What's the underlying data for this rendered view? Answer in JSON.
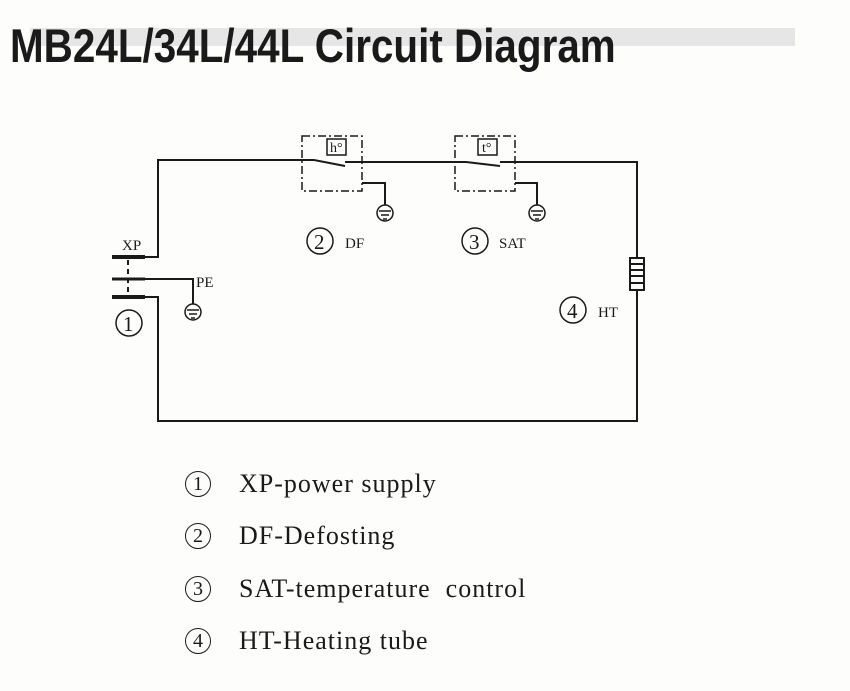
{
  "title": "MB24L/34L/44L Circuit Diagram",
  "diagram": {
    "xp_label": "XP",
    "pe_label": "PE",
    "df_box_label": "h°",
    "sat_box_label": "t°",
    "components": [
      {
        "num": "1",
        "code": ""
      },
      {
        "num": "2",
        "code": "DF"
      },
      {
        "num": "3",
        "code": "SAT"
      },
      {
        "num": "4",
        "code": "HT"
      }
    ]
  },
  "legend": [
    {
      "num": "1",
      "text": "XP-power supply"
    },
    {
      "num": "2",
      "text": "DF-Defosting"
    },
    {
      "num": "3",
      "text": "SAT-temperature  control"
    },
    {
      "num": "4",
      "text": "HT-Heating tube"
    }
  ]
}
